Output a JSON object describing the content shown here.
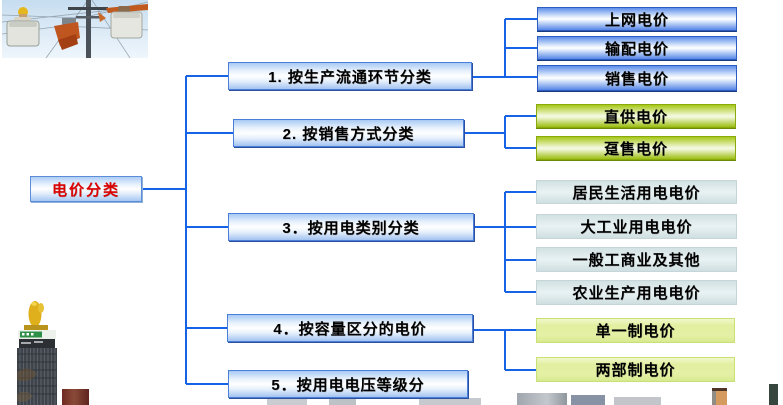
{
  "diagram": {
    "root": {
      "label": "电价分类"
    },
    "branches": [
      {
        "label": "1. 按生产流通环节分类",
        "children": [
          "上网电价",
          "输配电价",
          "销售电价"
        ]
      },
      {
        "label": "2. 按销售方式分类",
        "children": [
          "直供电价",
          "趸售电价"
        ]
      },
      {
        "label": "3．按用电类别分类",
        "children": [
          "居民生活用电电价",
          "大工业用电电价",
          "一般工商业及其他",
          "农业生产用电电价"
        ]
      },
      {
        "label": "4．按容量区分的电价",
        "children": [
          "单一制电价",
          "两部制电价"
        ]
      },
      {
        "label": "5．按用电电压等级分",
        "children": []
      }
    ]
  },
  "images": {
    "top_left": "power-line-workers-photo",
    "bottom_left": "golden-statue-tower-photo"
  },
  "colors": {
    "connector": "#1663e6",
    "root_text": "#dd0000",
    "branch_fill": "#bcd5f6",
    "child_blue": "#5d8eea",
    "child_green": "#a6c716",
    "child_cyan": "#d5e4e5",
    "child_lime": "#e3f0a2",
    "text": "#000000"
  }
}
